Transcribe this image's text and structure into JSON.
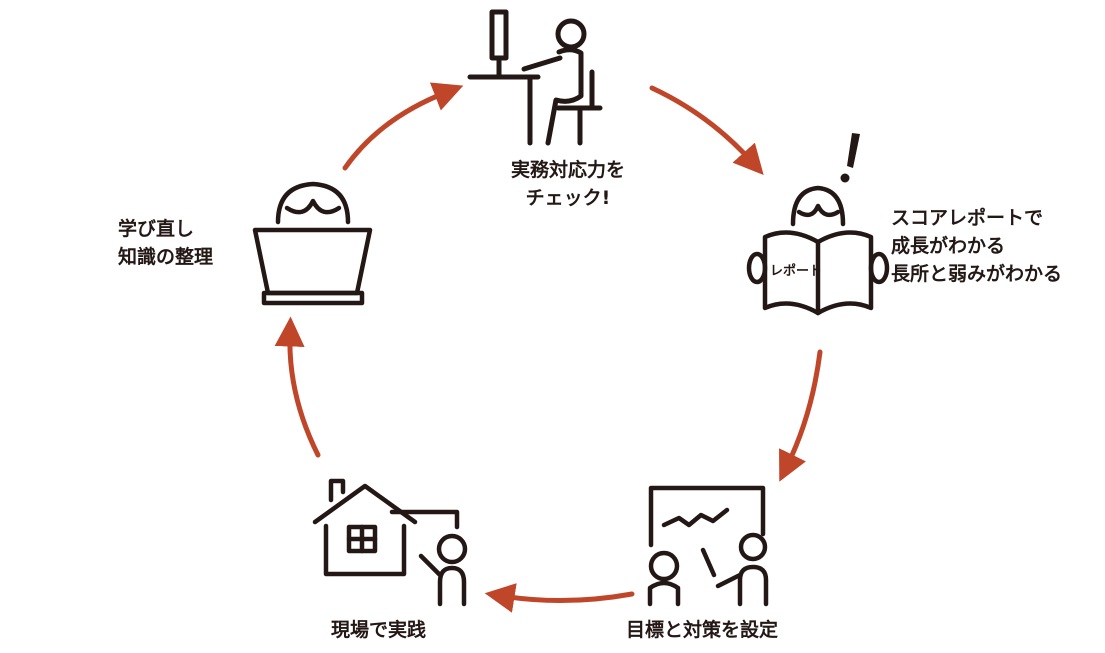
{
  "colors": {
    "arrow": "#c0462a",
    "ink": "#231815",
    "background": "#ffffff"
  },
  "steps": [
    {
      "id": "check",
      "icon": "person-at-desk-icon",
      "lines": [
        "実務対応力を",
        "チェック!"
      ]
    },
    {
      "id": "report",
      "icon": "reading-report-icon",
      "book_word": "レポート",
      "lines": [
        "スコアレポートで",
        "成長がわかる",
        "長所と弱みがわかる"
      ]
    },
    {
      "id": "goal",
      "icon": "whiteboard-planning-icon",
      "lines": [
        "目標と対策を設定"
      ]
    },
    {
      "id": "practice",
      "icon": "house-practice-icon",
      "lines": [
        "現場で実践"
      ]
    },
    {
      "id": "relearn",
      "icon": "laptop-study-icon",
      "lines": [
        "学び直し",
        "知識の整理"
      ]
    }
  ]
}
